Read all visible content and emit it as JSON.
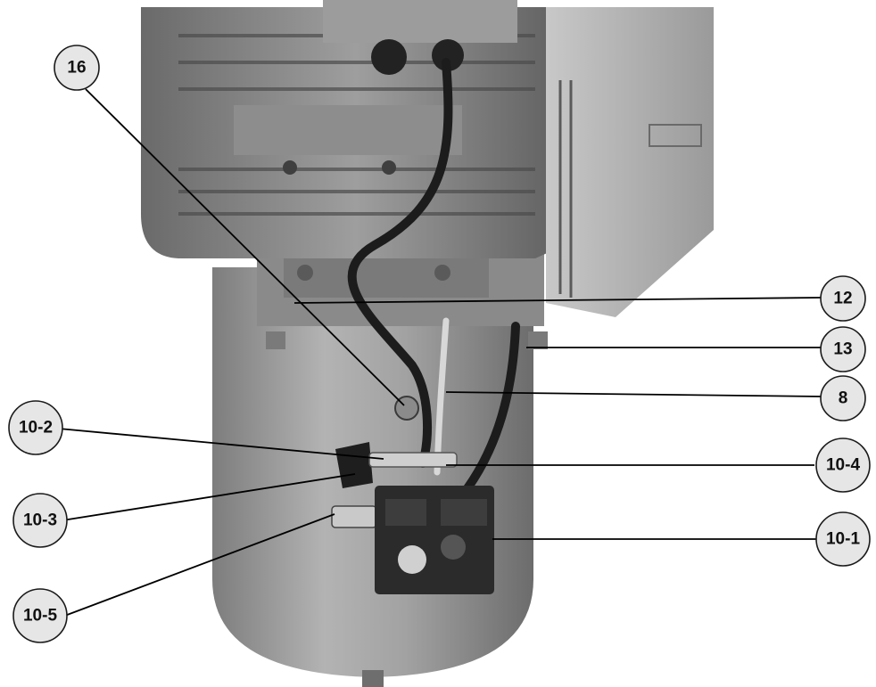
{
  "callouts": {
    "c16": {
      "label": "16"
    },
    "c12": {
      "label": "12"
    },
    "c13": {
      "label": "13"
    },
    "c8": {
      "label": "8"
    },
    "c10_2": {
      "label": "10-2"
    },
    "c10_4": {
      "label": "10-4"
    },
    "c10_3": {
      "label": "10-3"
    },
    "c10_1": {
      "label": "10-1"
    },
    "c10_5": {
      "label": "10-5"
    }
  },
  "colors": {
    "metal_light": "#a9a9a9",
    "metal_mid": "#8c8c8c",
    "metal_dark": "#3a3a3a",
    "hose": "#1c1c1c",
    "callout_fill": "#e6e6e6"
  }
}
